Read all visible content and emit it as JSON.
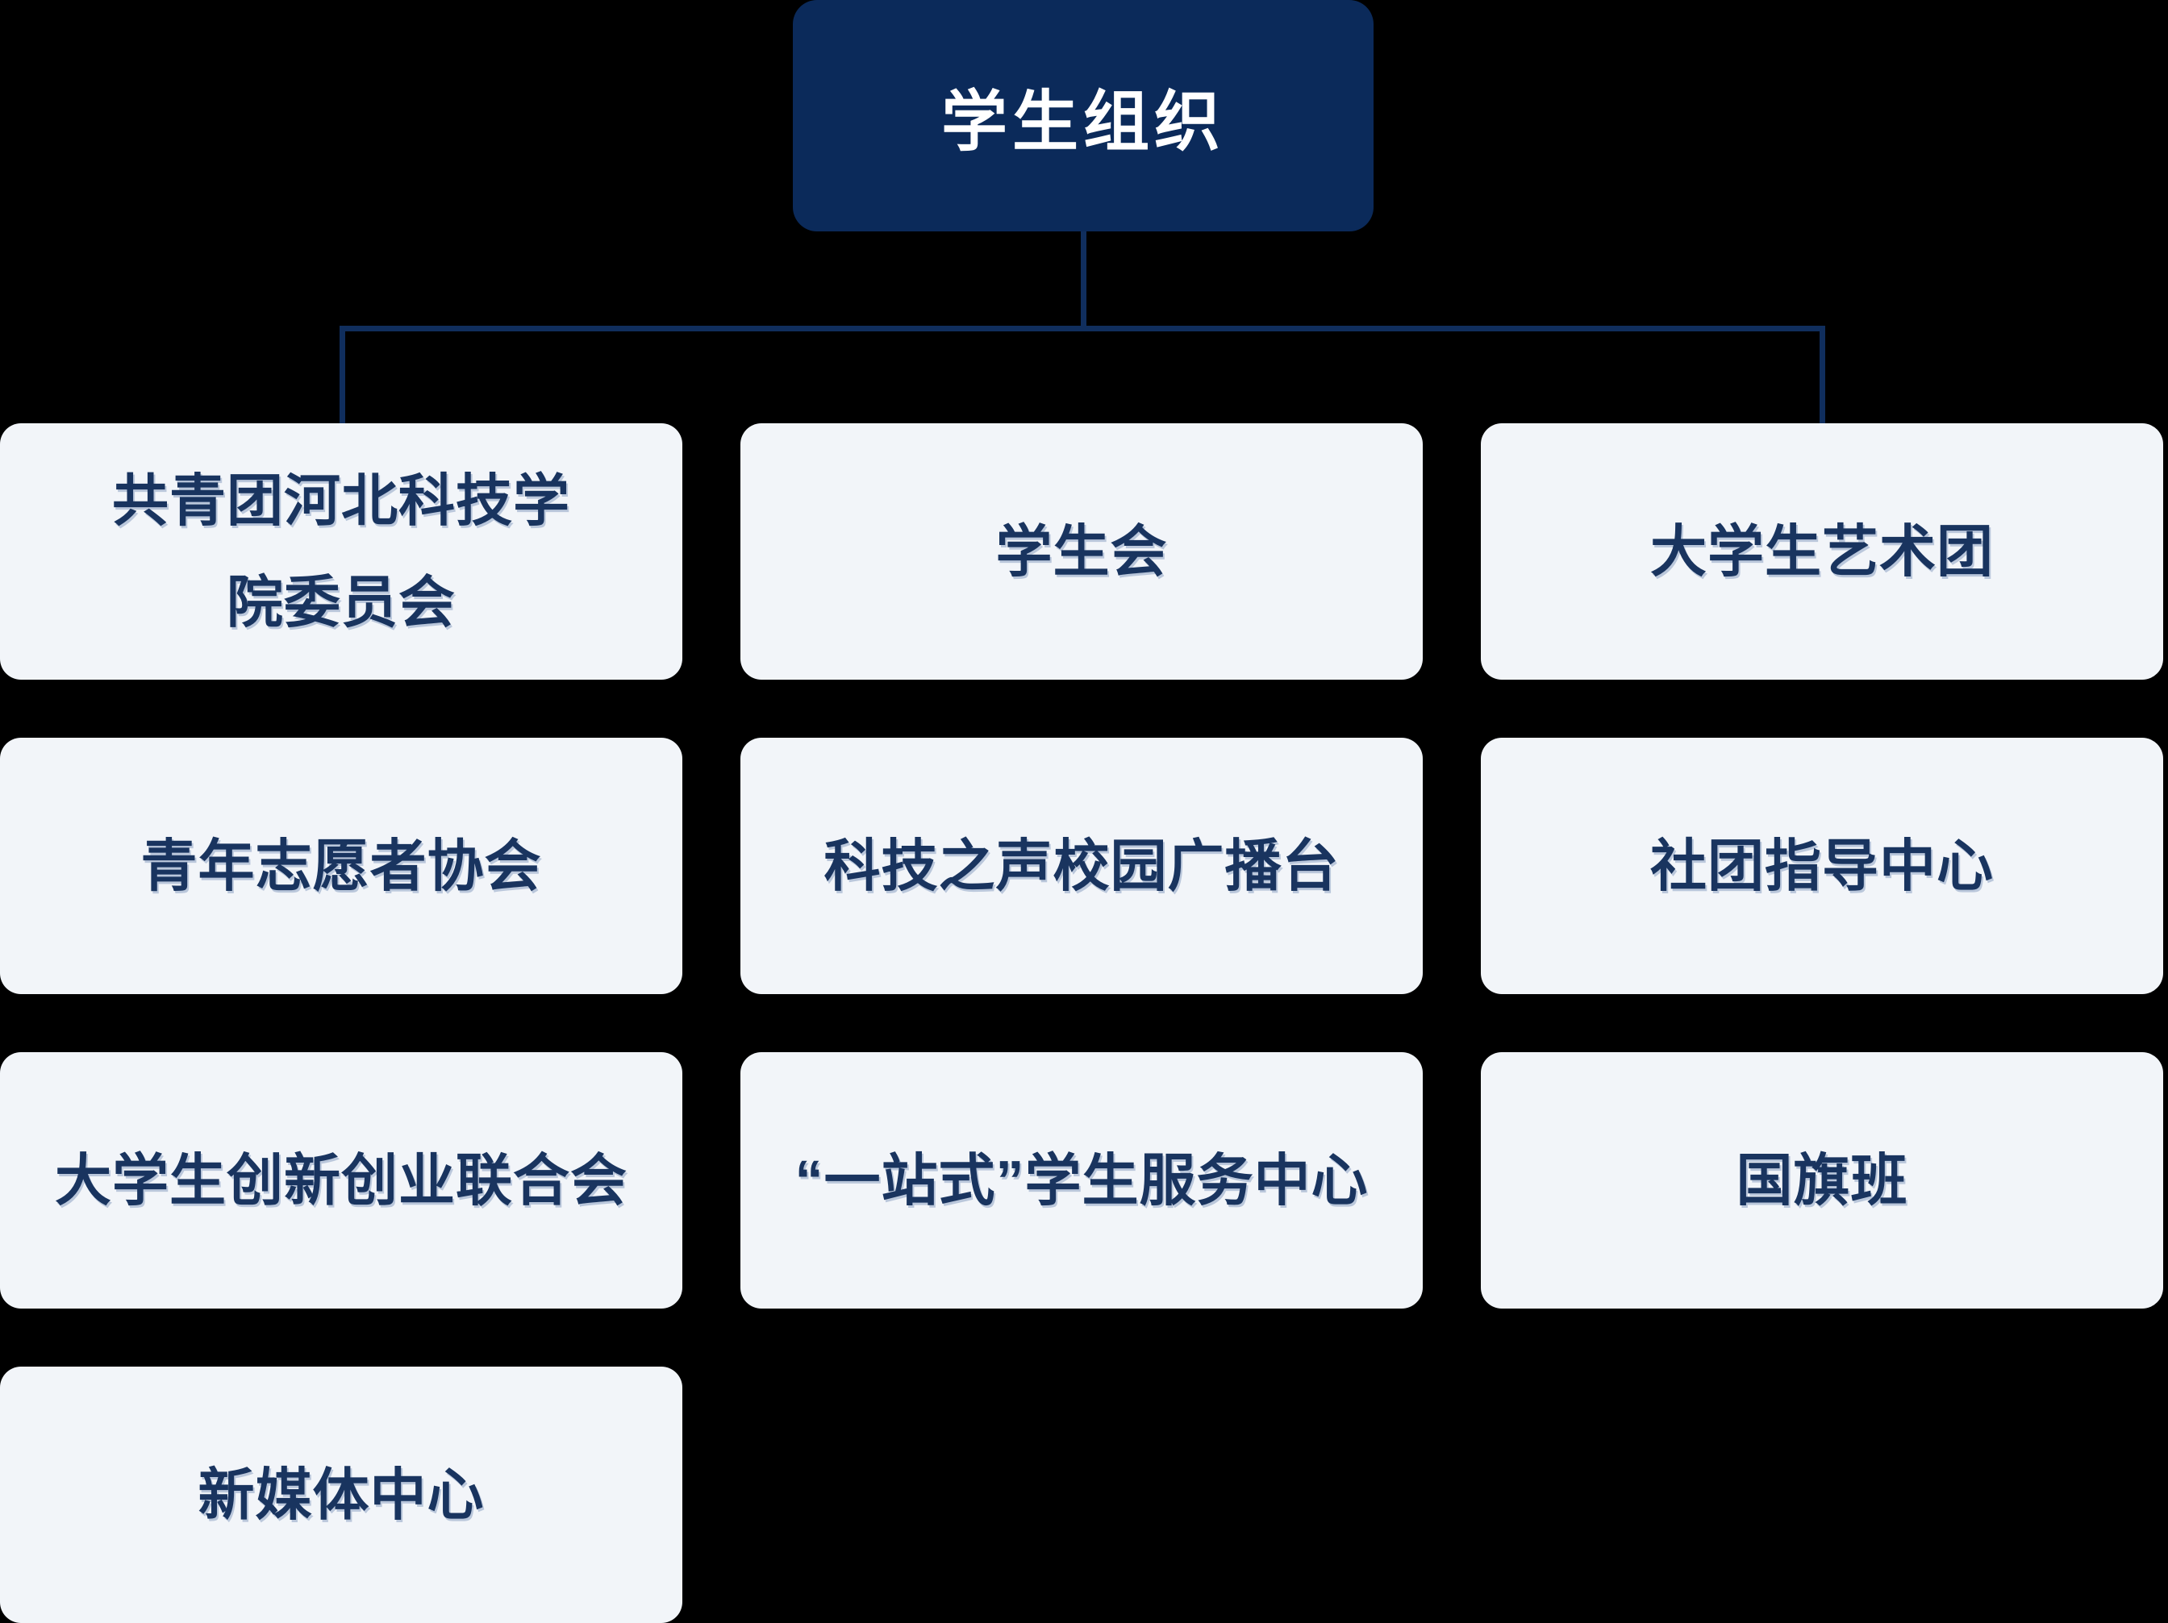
{
  "org": {
    "root": {
      "label": "学生组织"
    },
    "children": [
      {
        "label": "共青团河北科技学\n院委员会"
      },
      {
        "label": "学生会"
      },
      {
        "label": "大学生艺术团"
      },
      {
        "label": "青年志愿者协会"
      },
      {
        "label": "科技之声校园广播台"
      },
      {
        "label": "社团指导中心"
      },
      {
        "label": "大学生创新创业联合会"
      },
      {
        "label": "“一站式”学生服务中心"
      },
      {
        "label": "国旗班"
      },
      {
        "label": "新媒体中心"
      }
    ]
  },
  "colors": {
    "background": "#000000",
    "root_node_fill": "#0b2a5a",
    "root_node_text": "#ffffff",
    "connector_line": "#102e5d",
    "child_node_fill": "#f2f5f9",
    "child_node_text": "#19345f"
  }
}
